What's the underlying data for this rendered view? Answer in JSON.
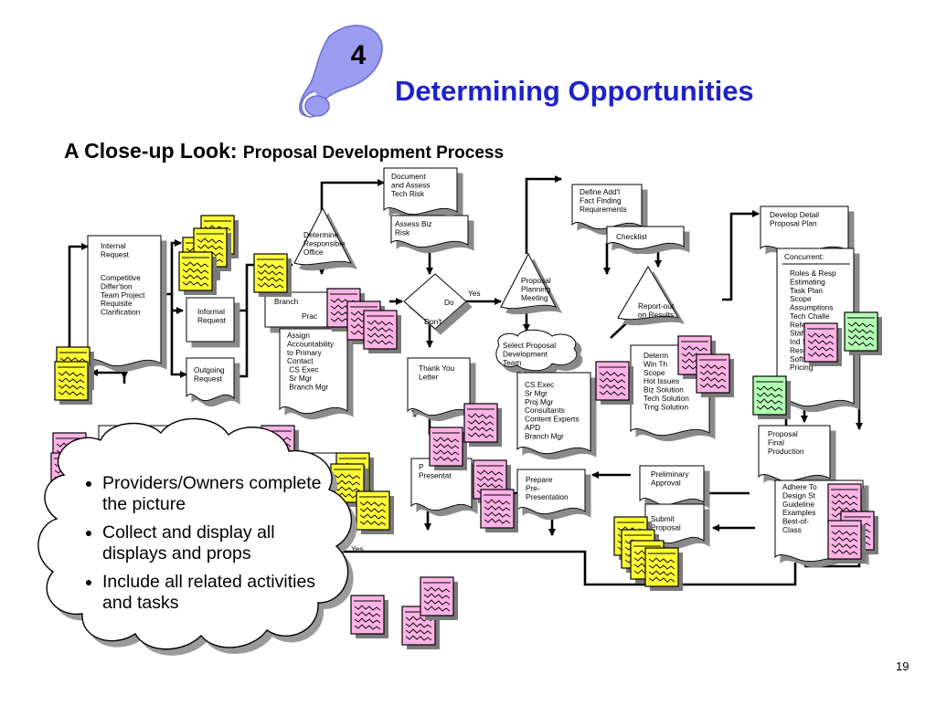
{
  "step_number": "4",
  "title": "Determining Opportunities",
  "subtitle_main": "A Close-up Look: ",
  "subtitle_sub": "Proposal Development Process",
  "page_number": "19",
  "bullets": [
    "Providers/Owners complete the picture",
    "Collect and display all displays and props",
    "Include all related activities and tasks"
  ],
  "labels": {
    "internal_request": [
      "Internal",
      "Request"
    ],
    "left_list": [
      "Competitive",
      "Differ'tion",
      "",
      "Team Project",
      "Requisite",
      "",
      "Clarification"
    ],
    "informal_request": [
      "Informal",
      "Request"
    ],
    "outgoing_request": [
      "Outgoing",
      "Request"
    ],
    "determine_office": [
      "Determine",
      "Responsible",
      "Office"
    ],
    "branch": "Branch",
    "prac": "Prac",
    "assign": [
      "Assign",
      "Accountability",
      "to Primary",
      "Contact",
      "  CS Exec",
      "  Sr Mgr",
      "  Branch Mgr"
    ],
    "document_assess": [
      "Document",
      "and Assess",
      "Tech Risk"
    ],
    "assess_biz": [
      "Assess Biz",
      "Risk"
    ],
    "do": "Do",
    "dont": "Don't",
    "yes_top": "Yes",
    "thank_you": [
      "Thank You",
      "Letter"
    ],
    "proposal_meeting": [
      "Proposal",
      "Planning",
      "Meeting"
    ],
    "select_team": [
      "Select Proposal",
      "Development",
      "Team"
    ],
    "team_list": [
      "CS Exec",
      "Sr Mgr",
      "Proj Mgr",
      "Consultants",
      "Content Experts",
      "APD",
      "Branch Mgr"
    ],
    "define_facts": [
      "Define Add'l",
      "Fact Finding",
      "Requirements"
    ],
    "checklist": "Checklist",
    "report_out": [
      "Report-out",
      "on Results"
    ],
    "determ_list": [
      "Determ",
      "",
      "Win Th",
      "Scope",
      "Hot Issues",
      "Biz Solution",
      "Tech Solution",
      "Trng Solution"
    ],
    "develop_detail": [
      "Develop Detail",
      "Proposal Plan"
    ],
    "concurrent": "Concurrent:",
    "concurrent_list": [
      "Roles & Resp",
      "Estimating",
      "Task Plan",
      "Scope",
      "Assumptions",
      "Tech Challe",
      "References",
      "Staffing",
      "Ind Specialis",
      "Resume Pre",
      "Software",
      "Pricing"
    ],
    "proposal_final": [
      "Proposal",
      "Final",
      "Production"
    ],
    "adhere_list": [
      "Adhere To",
      "",
      "Design St",
      "Guideline",
      "Examples",
      "Best-of-",
      "Class"
    ],
    "preliminary": [
      "Preliminary",
      "Approval"
    ],
    "submit": [
      "Submit",
      "Proposal"
    ],
    "prepare": [
      "Prepare",
      "Pre-",
      "Presentation"
    ],
    "presentation": [
      "P",
      "Presentat"
    ],
    "yes_bottom": "Yes"
  },
  "colors": {
    "title": "#1f22c8",
    "footprint": "#9a9cf0",
    "note_yellow": "#ffff33",
    "note_pink": "#ffb3e6",
    "note_green": "#b3ffb3"
  }
}
